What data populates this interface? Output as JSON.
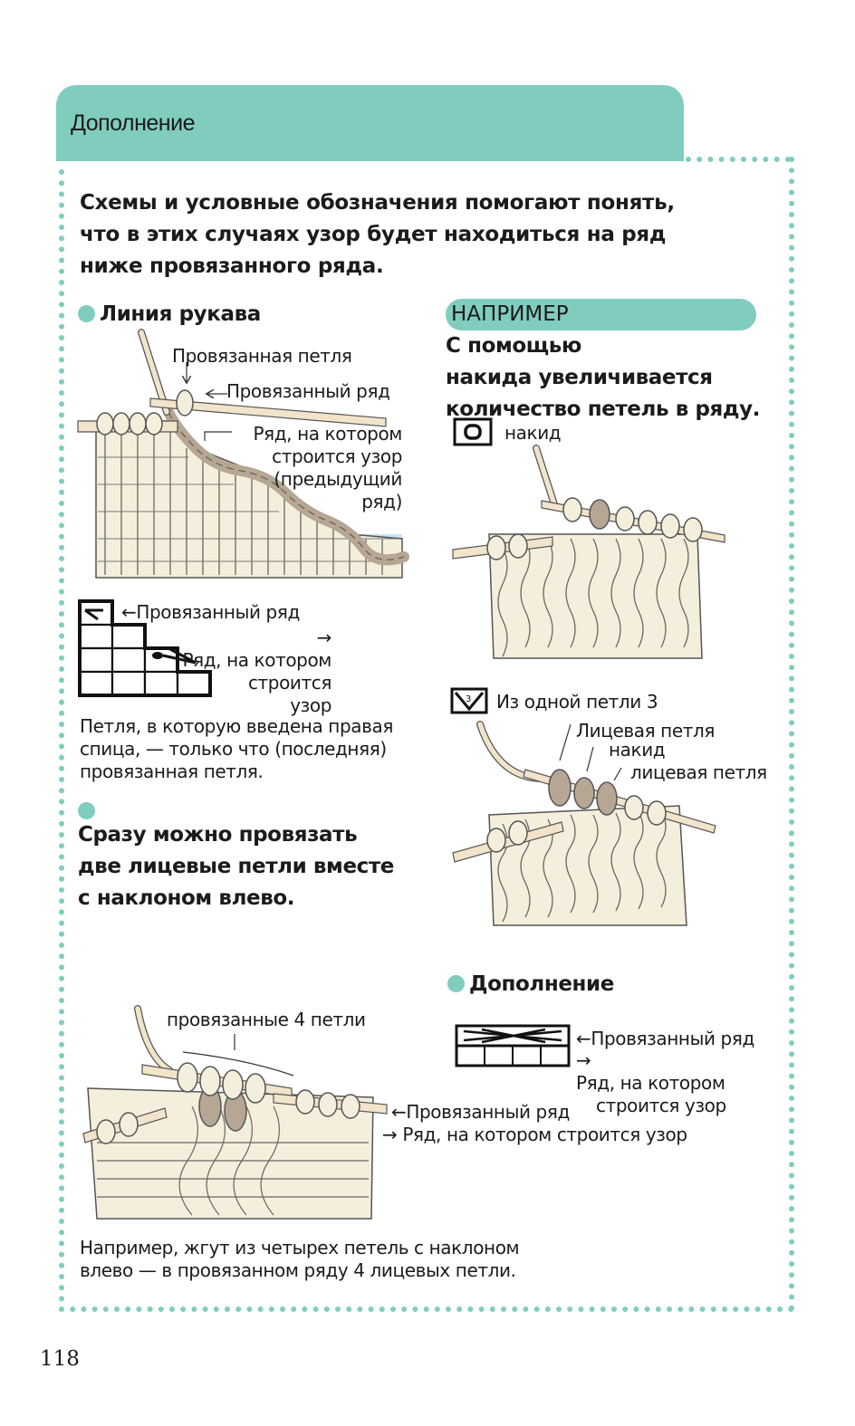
{
  "header": {
    "title": "Дополнение"
  },
  "intro": {
    "lines": [
      "Схемы и условные обозначения помогают понять,",
      "что в этих случаях узор будет находиться на ряд",
      "ниже провязанного ряда."
    ]
  },
  "section_sleeve": {
    "heading": "Линия рукава",
    "label_loop": "Провязанная петля",
    "label_knitted_row": "Провязанный ряд",
    "label_pattern_row": [
      "Ряд, на котором",
      "строится узор",
      "(предыдущий",
      "ряд)"
    ],
    "chart_label_knitted": "Провязанный ряд",
    "chart_label_pattern": [
      "Ряд, на котором",
      "строится",
      "узор"
    ],
    "caption": [
      "Петля, в которую введена правая",
      "спица, — только что (последняя)",
      "провязанная петля."
    ]
  },
  "section_k2tog": {
    "heading": [
      "Сразу можно провязать",
      "две лицевые петли вместе",
      "с наклоном влево."
    ]
  },
  "section_example": {
    "pill": "НАПРИМЕР",
    "heading": [
      "С помощью",
      "накида увеличивается",
      "количество петель в ряду."
    ],
    "symbol_yo_label": "накид",
    "symbol_3from1_label": "Из одной петли 3",
    "symbol_3from1_number": "3",
    "label_knit": "Лицевая петля",
    "label_yo": "накид",
    "label_knit2": "лицевая петля"
  },
  "section_addition": {
    "heading": "Дополнение",
    "label_knitted": "Провязанный ряд",
    "label_pattern": [
      "Ряд, на котором",
      "строится узор"
    ]
  },
  "section_cable": {
    "label_four": "провязанные 4 петли",
    "label_knitted": "Провязанный ряд",
    "label_pattern": "Ряд, на котором строится узор",
    "caption": [
      "Например, жгут из четырех петель с наклоном",
      "влево — в провязанном ряду 4 лицевых петли."
    ]
  },
  "page": {
    "number": "118"
  },
  "colors": {
    "accent": "#80cdc0",
    "yarn": "#f4efdc",
    "yarn_dark": "#b5a793",
    "needle": "#f1e4cb",
    "blue": "#c8e4ef"
  }
}
